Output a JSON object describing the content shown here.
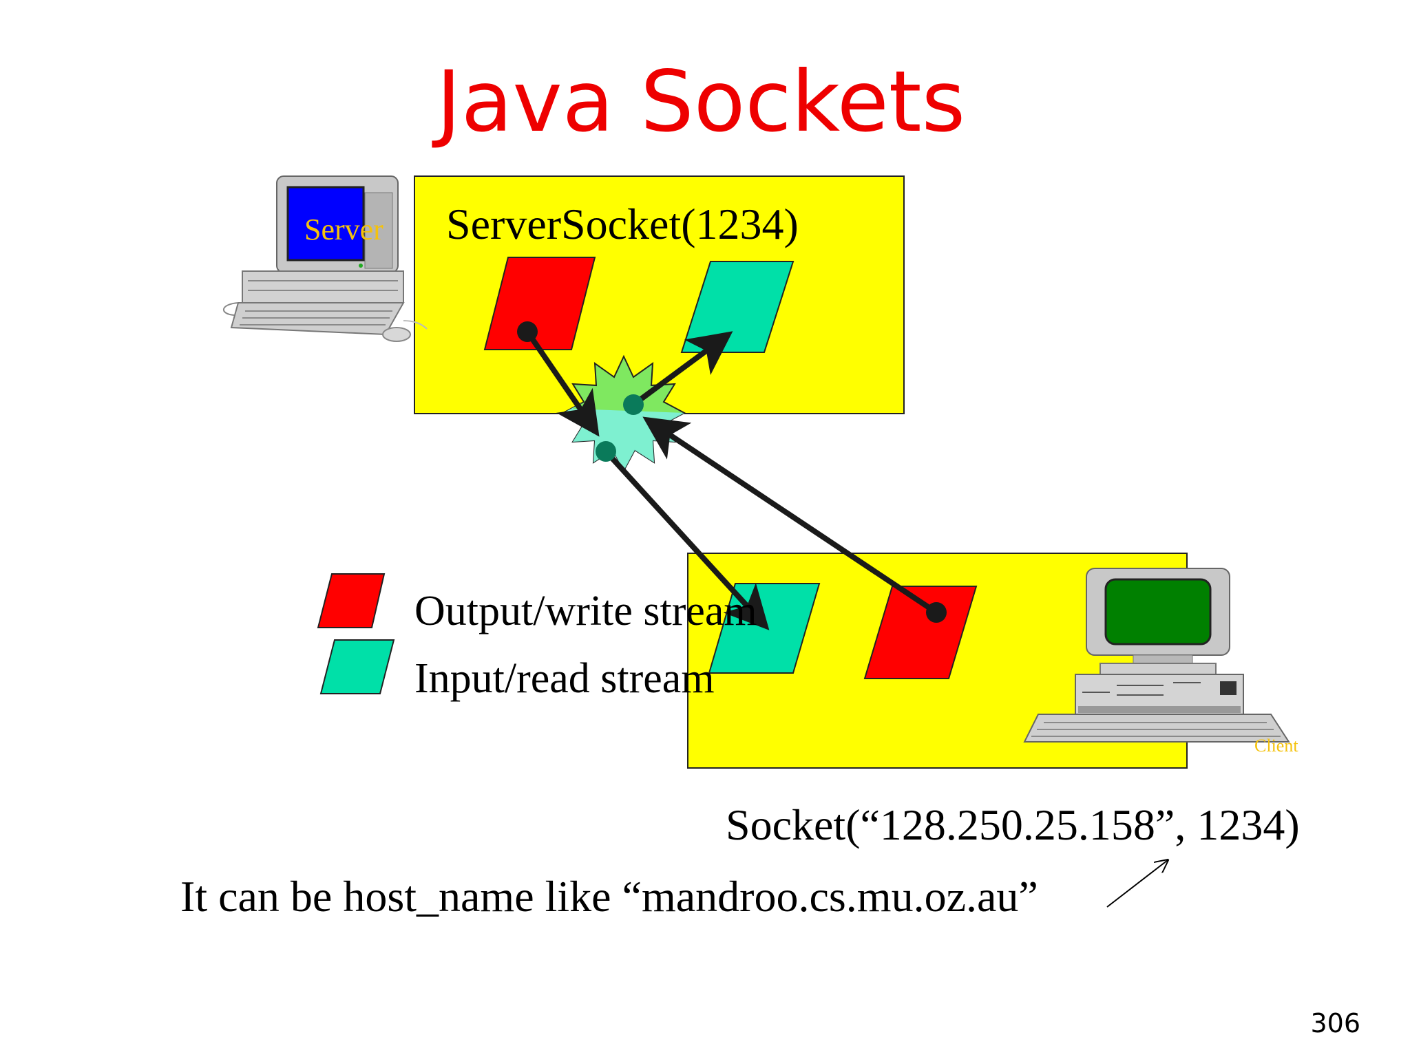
{
  "title": "Java Sockets",
  "server": {
    "computer_label": "Server",
    "socket_call": "ServerSocket(1234)"
  },
  "client": {
    "computer_label": "Client",
    "socket_call": "Socket(“128.250.25.158”, 1234)"
  },
  "legend": [
    {
      "label": "Output/write stream",
      "color": "#ff0000"
    },
    {
      "label": "Input/read stream",
      "color": "#00e0a8"
    }
  ],
  "note": "It can be host_name like “mandroo.cs.mu.oz.au”",
  "page_number": "306",
  "colors": {
    "title": "#ee0000",
    "socket_box": "#ffff00",
    "output_stream": "#ff0000",
    "input_stream": "#00e0a8",
    "connection_burst": "#7ce84d"
  }
}
